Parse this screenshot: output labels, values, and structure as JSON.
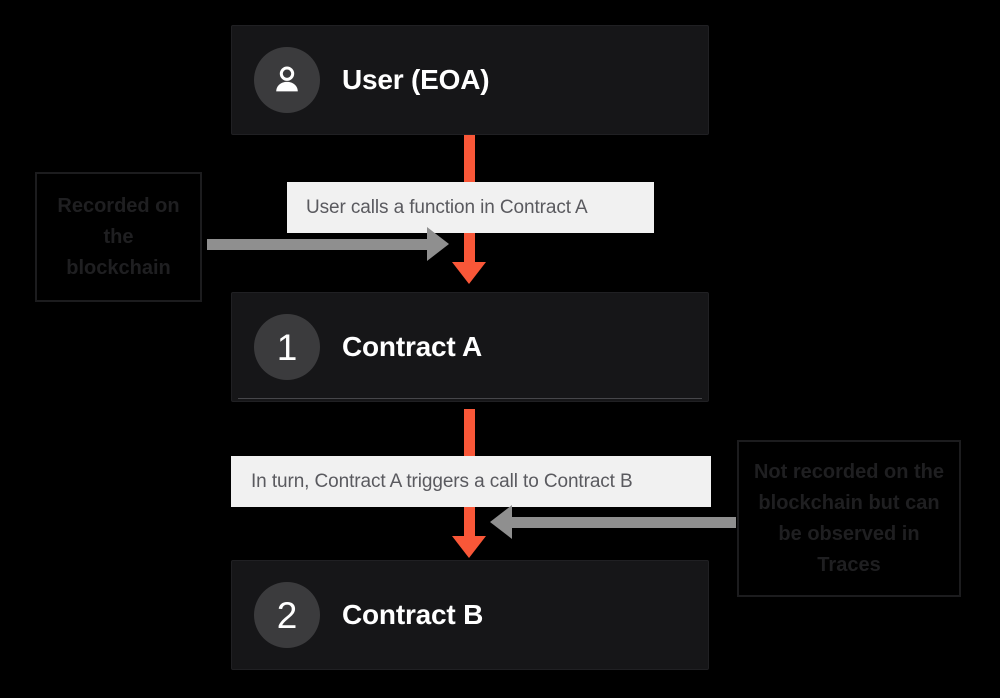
{
  "diagram": {
    "title": "Contract call flow",
    "background_color": "#000000",
    "accent_color": "#f95738",
    "annotation_arrow_color": "#8f8f8f"
  },
  "nodes": [
    {
      "id": "user",
      "badge_kind": "person-icon",
      "badge_text": "",
      "title": "User (EOA)"
    },
    {
      "id": "contract-a",
      "badge_kind": "number",
      "badge_text": "1",
      "title": "Contract A"
    },
    {
      "id": "contract-b",
      "badge_kind": "number",
      "badge_text": "2",
      "title": "Contract B"
    }
  ],
  "flow_labels": [
    {
      "id": "label-1",
      "text": "User calls a function in Contract A"
    },
    {
      "id": "label-2",
      "text": "In turn, Contract A triggers a call to Contract B"
    }
  ],
  "notes": [
    {
      "id": "note-left",
      "text": "Recorded on the blockchain"
    },
    {
      "id": "note-right",
      "text": "Not recorded on the blockchain but can be observed in Traces"
    }
  ]
}
